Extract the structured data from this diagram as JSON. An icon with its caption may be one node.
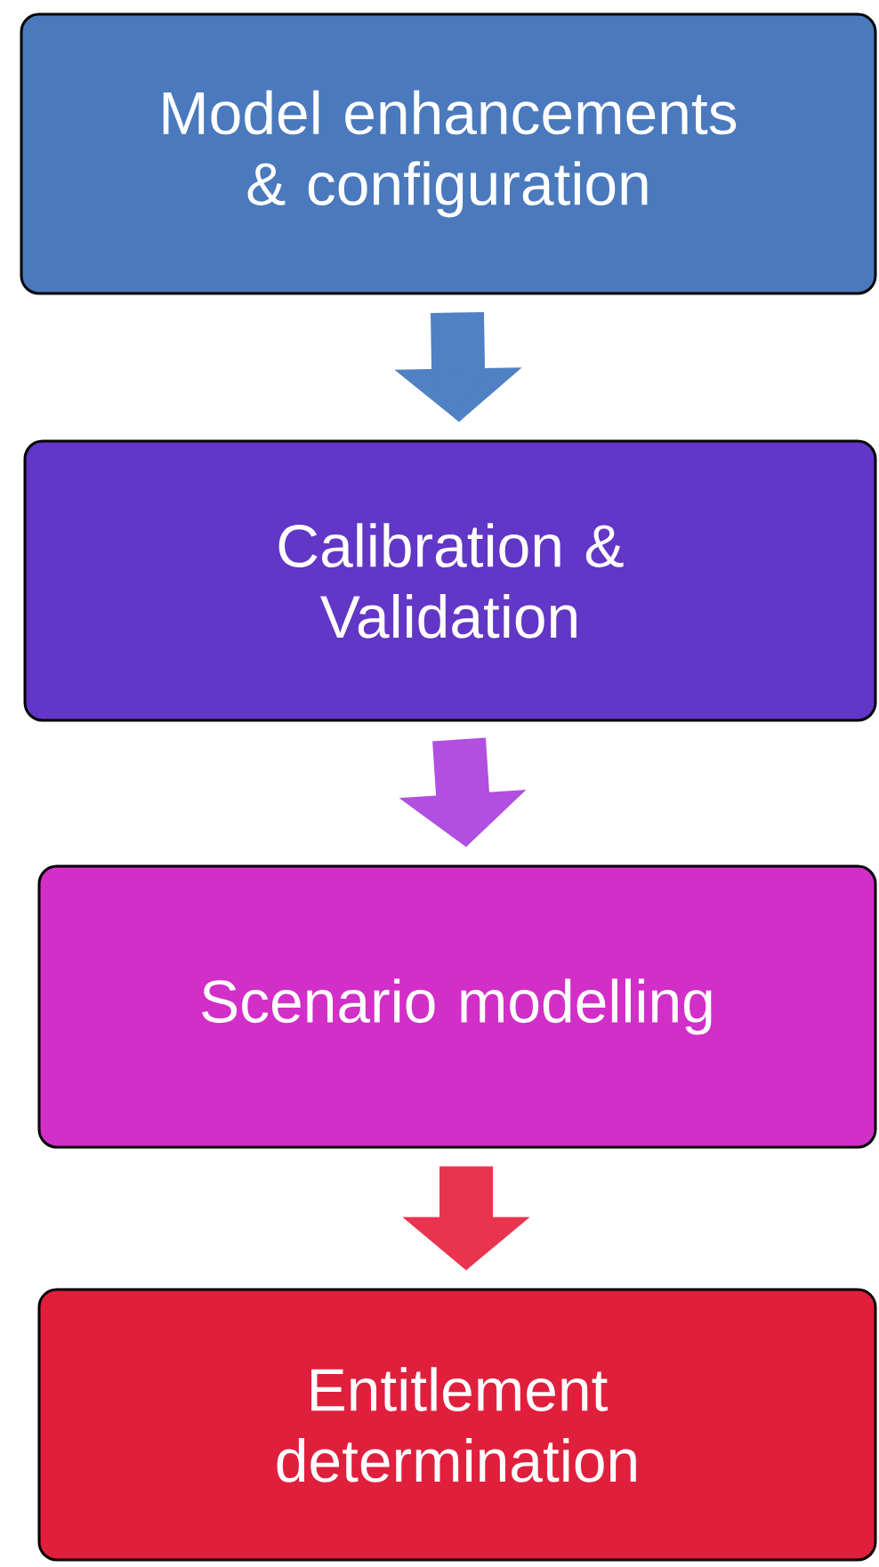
{
  "diagram": {
    "nodes": [
      {
        "text": [
          "Model enhancements & configuration"
        ]
      },
      {
        "text": [
          "Calibration & Validation"
        ]
      },
      {
        "text": [
          "Scenario modelling"
        ]
      },
      {
        "text": [
          "Entitlement determination"
        ]
      }
    ],
    "edges": [
      {
        "from": 0,
        "to": 1,
        "arrow": "to",
        "color": "#4f81c4"
      },
      {
        "from": 1,
        "to": 2,
        "arrow": "to",
        "color": "#b04fe0"
      },
      {
        "from": 2,
        "to": 3,
        "arrow": "to",
        "color": "#e8344f"
      }
    ]
  }
}
